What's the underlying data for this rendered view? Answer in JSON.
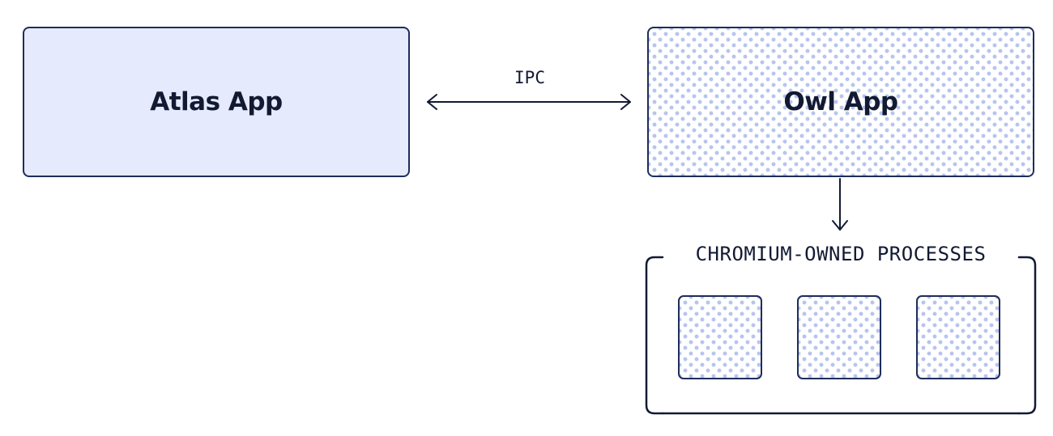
{
  "atlas_box": {
    "label": "Atlas App"
  },
  "owl_box": {
    "label": "Owl App"
  },
  "ipc": {
    "label": "IPC"
  },
  "chromium_group": {
    "label": "CHROMIUM-OWNED PROCESSES",
    "process_count": 3
  },
  "colors": {
    "outline": "#1e2d5a",
    "atlas_fill": "#e5eafc",
    "dot_pattern": "#b7c4ee",
    "text": "#121a33"
  }
}
